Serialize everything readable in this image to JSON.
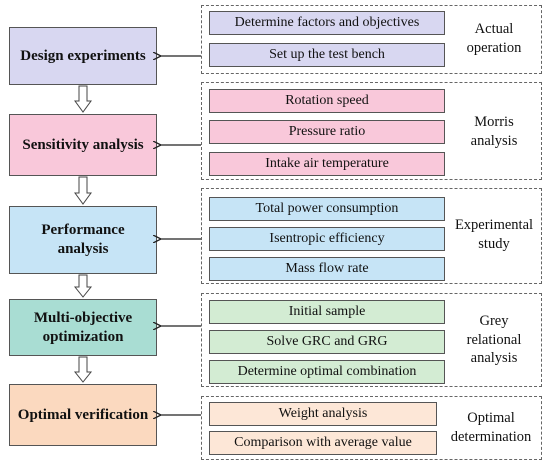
{
  "colors": {
    "design": "#d8d7f1",
    "sensitivity": "#f9c8da",
    "performance": "#c6e4f6",
    "optimization": "#a9ddd3",
    "verification": "#fbd9bf",
    "optimal_items": "#fde7d7",
    "border": "#555555"
  },
  "stages": [
    {
      "title": "Design experiments",
      "method": "Actual operation",
      "items": [
        "Determine factors and objectives",
        "Set up the test bench"
      ]
    },
    {
      "title": "Sensitivity analysis",
      "method": "Morris analysis",
      "items": [
        "Rotation speed",
        "Pressure ratio",
        "Intake air temperature"
      ]
    },
    {
      "title": "Performance analysis",
      "method": "Experimental study",
      "items": [
        "Total power consumption",
        "Isentropic efficiency",
        "Mass flow rate"
      ]
    },
    {
      "title": "Multi-objective optimization",
      "method": "Grey relational analysis",
      "items": [
        "Initial sample",
        "Solve GRC and GRG",
        "Determine optimal combination"
      ]
    },
    {
      "title": "Optimal verification",
      "method": "Optimal determination",
      "items": [
        "Weight analysis",
        "Comparison with average value"
      ]
    }
  ]
}
